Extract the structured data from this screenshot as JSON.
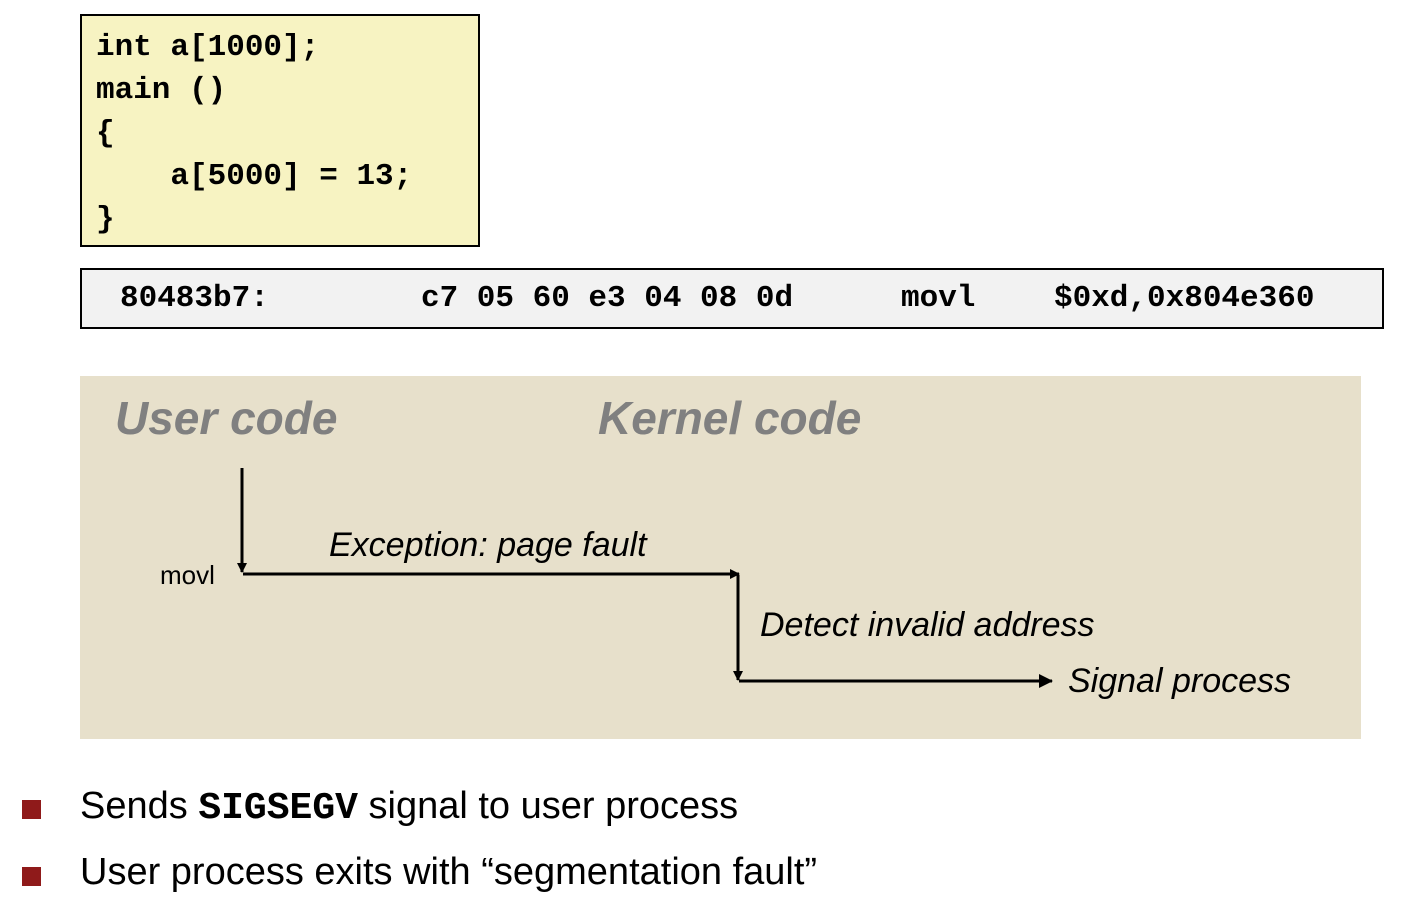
{
  "code_box": {
    "lines": [
      "int a[1000];",
      "main ()",
      "{",
      "    a[5000] = 13;",
      "}"
    ]
  },
  "assembly": {
    "address": "80483b7:",
    "bytes": "c7 05 60 e3 04 08 0d",
    "mnemonic": "movl",
    "operands": "$0xd,0x804e360"
  },
  "diagram": {
    "user_code_label": "User code",
    "kernel_code_label": "Kernel code",
    "instruction_label": "movl",
    "exception_label": "Exception: page fault",
    "detect_label": "Detect invalid address",
    "signal_label": "Signal process",
    "heading_color": "#808080",
    "background_color": "#e7e0cb"
  },
  "bullets": {
    "items": [
      {
        "before": "Sends ",
        "code": "SIGSEGV",
        "after": " signal to user process"
      },
      {
        "before": "User process exits with “segmentation fault”",
        "code": "",
        "after": ""
      }
    ],
    "marker_color": "#8f1a1a"
  }
}
